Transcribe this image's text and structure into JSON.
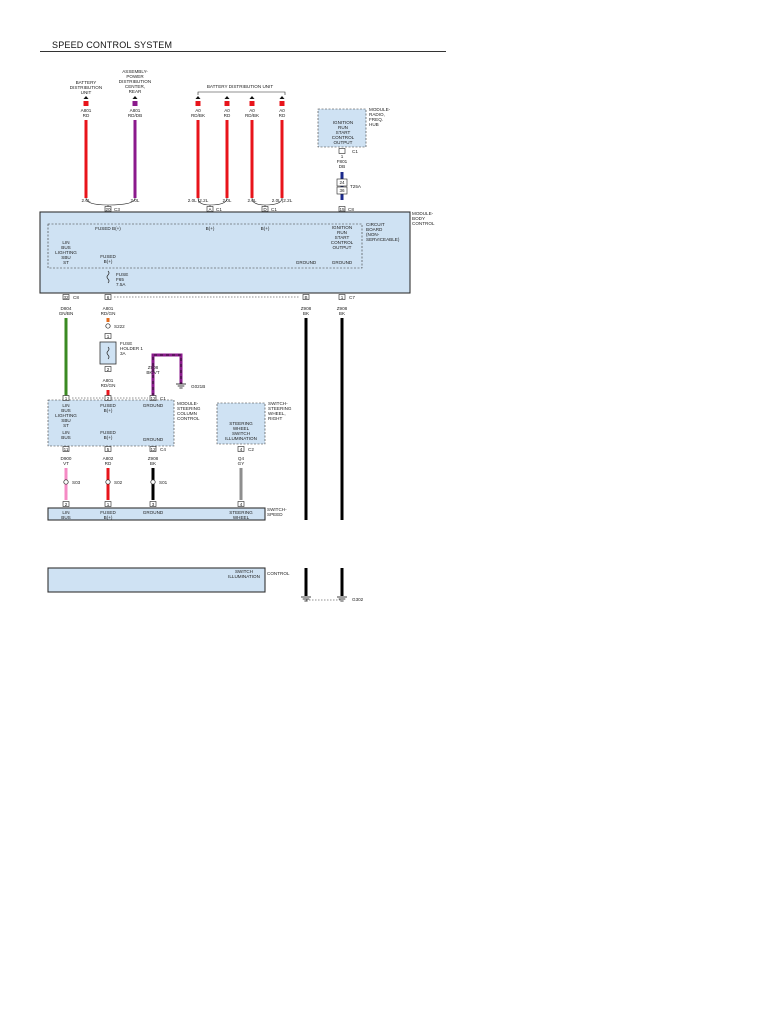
{
  "page": {
    "title": "SPEED CONTROL SYSTEM"
  },
  "colors": {
    "red": "#e8141b",
    "violet_red": "#8b1a8c",
    "dark_blue": "#1b2a8c",
    "green": "#3a8a22",
    "black": "#000000",
    "pink": "#f58ac4",
    "gray": "#8e8e8e",
    "orange": "#e26a1b",
    "module_fill": "#cfe2f3"
  },
  "sources": {
    "bdu_left": [
      "BATTERY",
      "DISTRIBUTION",
      "UNIT"
    ],
    "pdc": [
      "ASSEMBLY-",
      "POWER",
      "DISTRIBUTION",
      "CENTER,",
      "REAR"
    ],
    "bdu_right": "BATTERY DISTRIBUTION UNIT",
    "radio_module": [
      "MODULE-",
      "RADIO,",
      "FREQ.",
      "HUB"
    ],
    "radio_box": [
      "IGNITION",
      "RUN",
      "START",
      "CONTROL",
      "OUTPUT"
    ]
  },
  "wires_top": [
    {
      "circuit": "A801",
      "color_code": "RD"
    },
    {
      "circuit": "A801",
      "color_code": "RD/DB"
    },
    {
      "circuit": "A0",
      "color_code": "RD/BK"
    },
    {
      "circuit": "A0",
      "color_code": "RD"
    },
    {
      "circuit": "A0",
      "color_code": "RD/BK"
    },
    {
      "circuit": "A0",
      "color_code": "RD"
    }
  ],
  "radio_conn": {
    "pin": "1",
    "conn": "C1",
    "circuit": "F801",
    "color": "DB"
  },
  "splice_top": {
    "pins": [
      "24",
      "36"
    ],
    "label": "T25A"
  },
  "engines": {
    "left_pair": "2.0L",
    "pdc": "2.0L",
    "g1": "2.0L (2.2L",
    "g2": "2.0L",
    "g3": "2.0L",
    "g4": "2.0L (2.2L"
  },
  "bcm": {
    "name": [
      "MODULE-",
      "BODY",
      "CONTROL"
    ],
    "board": [
      "CIRCUIT",
      "BOARD",
      "(NON-",
      "SERVICEABLE)"
    ],
    "fused_b": "FUSED B(+)",
    "b1": "B(+)",
    "b2": "B(+)",
    "ign": [
      "IGNITION",
      "RUN",
      "START",
      "CONTROL",
      "OUTPUT"
    ],
    "lin": [
      "LIN",
      "BUS",
      "LIGHTING",
      "SBU",
      "ST"
    ],
    "fused_inner": [
      "FUSED",
      "B(+)"
    ],
    "fuse": [
      "FUSE",
      "F65",
      "7.5A"
    ],
    "ground1": "GROUND",
    "ground2": "GROUND",
    "conn_top": [
      "20",
      "C3",
      "A",
      "C1",
      "D",
      "C1",
      "15",
      "C8"
    ],
    "conn_bottom": [
      "32",
      "C8",
      "6",
      "B",
      "C7",
      "1",
      "C7"
    ]
  },
  "mid_wires": [
    {
      "circuit": "D804",
      "color": "GN/BN"
    },
    {
      "circuit": "A801",
      "color": "RD/GN"
    },
    {
      "circuit": "Z908",
      "color": "BK"
    },
    {
      "circuit": "Z908",
      "color": "BK"
    }
  ],
  "splice_s222": "S222",
  "fuse_holder": {
    "label": [
      "FUSE",
      "HOLDER 1",
      "3A"
    ],
    "pin_top": "1",
    "pin_bottom": "2"
  },
  "wire_a801b": {
    "circuit": "A801",
    "color": "RD/GN"
  },
  "ground_g": {
    "circuit": "Z908",
    "color": "BK/VT",
    "label": "G021B"
  },
  "sccm": {
    "name": [
      "MODULE-",
      "STEERING",
      "COLUMN",
      "CONTROL"
    ],
    "lin_top": [
      "LIN",
      "BUS",
      "LIGHTING",
      "SBU",
      "ST"
    ],
    "fused_top": [
      "FUSED",
      "B(+)"
    ],
    "ground_top": "GROUND",
    "lin_bot": [
      "LIN",
      "BUS"
    ],
    "fused_bot": [
      "FUSED",
      "B(+)"
    ],
    "ground_bot": "GROUND",
    "conn_top": [
      "1",
      "2",
      "12",
      "C1"
    ],
    "conn_bot": [
      "11",
      "5",
      "12",
      "C4"
    ]
  },
  "sws_right": {
    "name": [
      "SWITCH-",
      "STEERING",
      "WHEEL,",
      "RIGHT"
    ],
    "box": [
      "STEERING",
      "WHEEL",
      "SWITCH",
      "ILLUMINATION"
    ],
    "pin": "4",
    "conn": "C2"
  },
  "low_wires": [
    {
      "circuit": "D900",
      "color": "VT"
    },
    {
      "circuit": "A802",
      "color": "RD"
    },
    {
      "circuit": "Z908",
      "color": "BK"
    },
    {
      "circuit": "Q4",
      "color": "GY"
    }
  ],
  "splices_low": [
    "S03",
    "S02",
    "S01"
  ],
  "switch_speed": {
    "name": [
      "SWITCH-",
      "SPEED",
      "CONTROL"
    ],
    "lin": [
      "LIN",
      "BUS"
    ],
    "fused": [
      "FUSED",
      "B(+)"
    ],
    "ground": "GROUND",
    "sw": [
      "STEERING",
      "WHEEL"
    ],
    "illum": [
      "SWITCH",
      "ILLUMINATION"
    ],
    "pins": [
      "2",
      "1",
      "3",
      "4"
    ]
  },
  "ground_bottom": "G302"
}
